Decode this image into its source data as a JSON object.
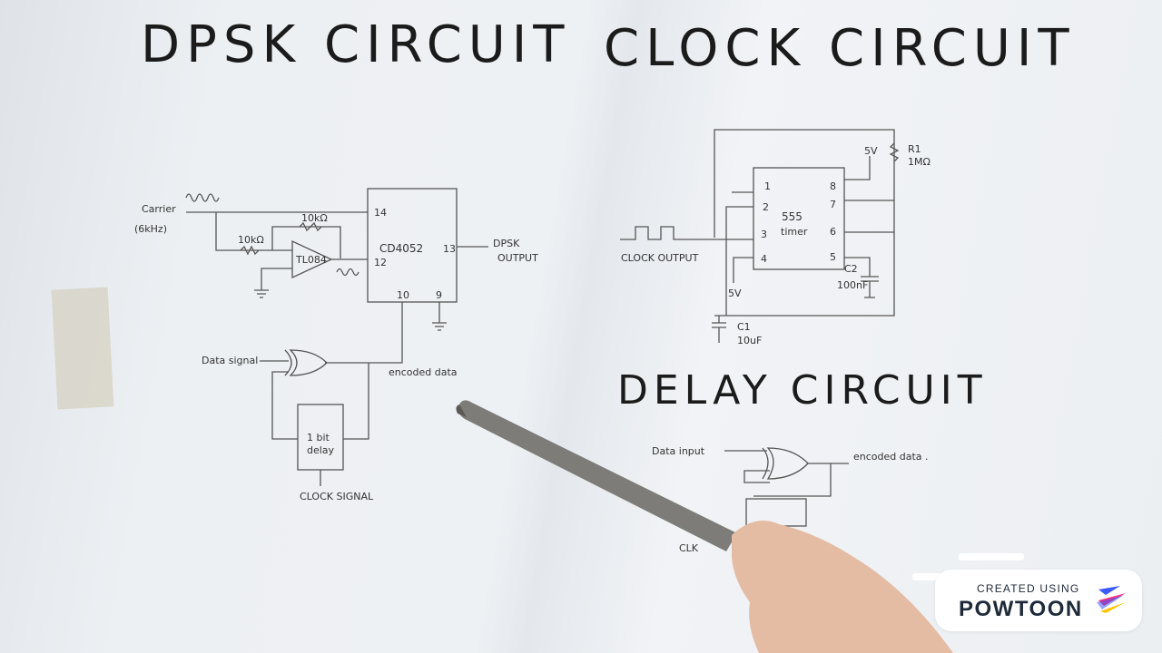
{
  "titles": {
    "dpsk": "DPSK CIRCUIT",
    "clock": "CLOCK CIRCUIT",
    "delay": "DELAY CIRCUIT"
  },
  "dpsk_circuit": {
    "carrier_label": "Carrier",
    "carrier_freq": "(6kHz)",
    "r_top": "10kΩ",
    "r_left": "10kΩ",
    "opamp": "TL084",
    "chip": "CD4052",
    "pin_14": "14",
    "pin_12": "12",
    "pin_13": "13",
    "pin_10": "10",
    "pin_9": "9",
    "output_line1": "DPSK",
    "output_line2": "OUTPUT",
    "data_signal": "Data signal",
    "encoded_data": "encoded data",
    "delay_line1": "1 bit",
    "delay_line2": "delay",
    "clock_signal": "CLOCK SIGNAL"
  },
  "clock_circuit": {
    "vcc_top": "5V",
    "r1_name": "R1",
    "r1_value": "1MΩ",
    "chip_line1": "555",
    "chip_line2": "timer",
    "pins": [
      "1",
      "2",
      "3",
      "4",
      "8",
      "7",
      "6",
      "5"
    ],
    "clock_output": "CLOCK OUTPUT",
    "vcc_bottom": "5V",
    "c2_name": "C2",
    "c2_value": "100nF",
    "c1_name": "C1",
    "c1_value": "10uF"
  },
  "delay_circuit": {
    "data_input": "Data input",
    "encoded_data": "encoded data .",
    "clk": "CLK"
  },
  "badge": {
    "caption": "CREATED USING",
    "brand": "POWTOON"
  },
  "colors": {
    "ink": "#1b1b1b",
    "pencil": "#555555",
    "paper": "#eef1f4",
    "badge_text": "#1e2a3a",
    "logo_blue": "#3d5afe",
    "logo_pink": "#ff2d7a",
    "logo_yellow": "#ffc400"
  }
}
